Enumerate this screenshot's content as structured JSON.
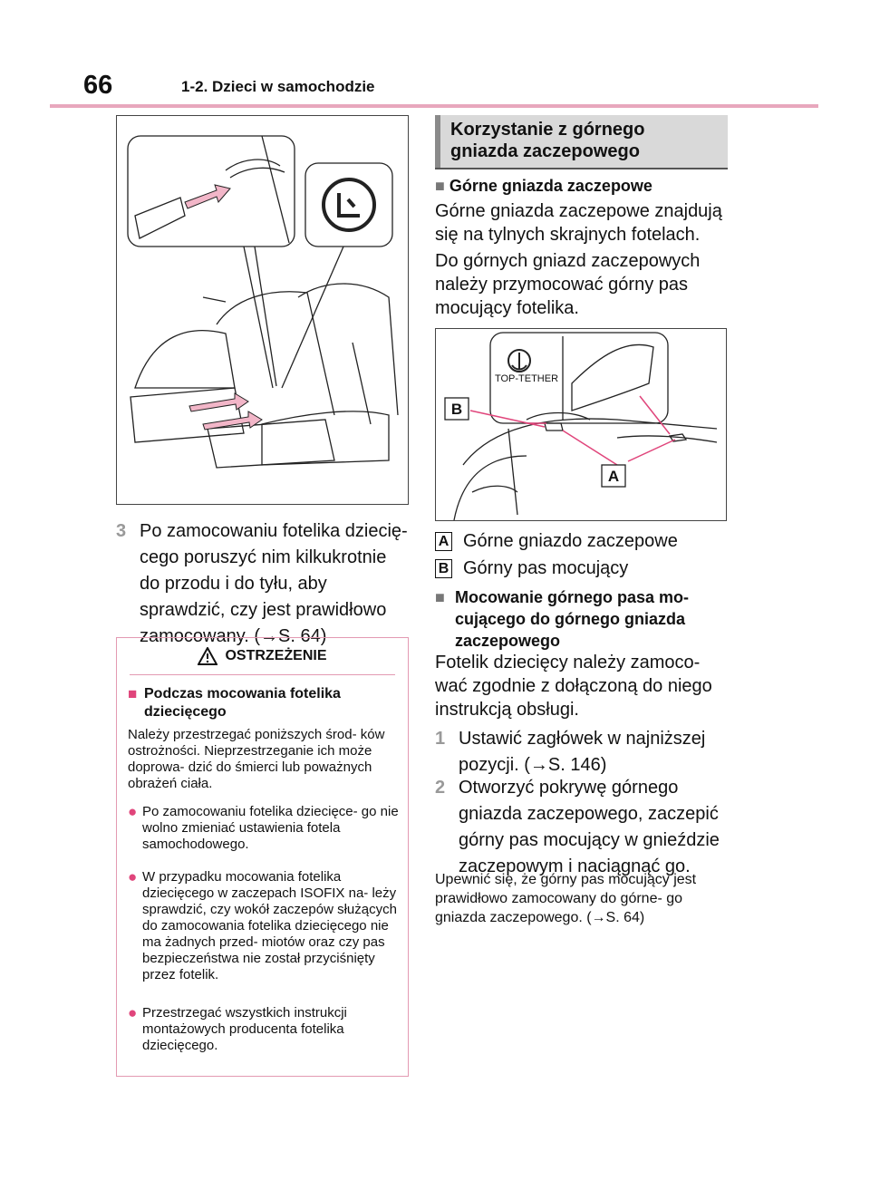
{
  "header": {
    "page_number": "66",
    "section": "1-2. Dzieci w samochodzie"
  },
  "left": {
    "step3": {
      "num": "3",
      "text": "Po zamocowaniu fotelika dziecię- cego poruszyć nim kilkukrotnie do przodu i do tyłu, aby sprawdzić, czy jest prawidłowo zamocowany. (→S. 64)"
    },
    "warning": {
      "title": "OSTRZEŻENIE",
      "subheading": "Podczas mocowania fotelika dziecięcego",
      "intro": "Należy przestrzegać poniższych środ- ków ostrożności. Nieprzestrzeganie ich może doprowa- dzić do śmierci lub poważnych obrażeń ciała.",
      "bullets": [
        "Po zamocowaniu fotelika dziecięce- go nie wolno zmieniać ustawienia fotela samochodowego.",
        "W przypadku mocowania fotelika dziecięcego w zaczepach ISOFIX na- leży sprawdzić, czy wokół zaczepów służących do zamocowania fotelika dziecięcego nie ma żadnych przed- miotów oraz czy pas bezpieczeństwa nie został przyciśnięty przez fotelik.",
        "Przestrzegać wszystkich instrukcji montażowych producenta fotelika dziecięcego."
      ]
    }
  },
  "right": {
    "heading_line1": "Korzystanie z górnego",
    "heading_line2": "gniazda zaczepowego",
    "sub1": "Górne gniazda zaczepowe",
    "p1": "Górne gniazda zaczepowe znajdują się na tylnych skrajnych fotelach.",
    "p2": "Do górnych gniazd zaczepowych należy przymocować górny pas mocujący fotelika.",
    "figure_label_top_tether": "TOP-TETHER",
    "legend": [
      {
        "key": "A",
        "text": "Górne gniazdo zaczepowe"
      },
      {
        "key": "B",
        "text": "Górny pas mocujący"
      }
    ],
    "sub2": "Mocowanie górnego pasa mo- cującego do górnego gniazda zaczepowego",
    "p3": "Fotelik dziecięcy należy zamoco- wać zgodnie z dołączoną do niego instrukcją obsługi.",
    "steps": [
      {
        "num": "1",
        "text": "Ustawić zagłówek w najniższej pozycji. (→S. 146)"
      },
      {
        "num": "2",
        "text": "Otworzyć pokrywę górnego gniazda zaczepowego, zaczepić górny pas mocujący w gnieździe zaczepowym i naciągnąć go."
      }
    ],
    "note": "Upewnić się, że górny pas mocujący jest prawidłowo zamocowany do górne- go gniazda zaczepowego. (→S. 64)"
  },
  "colors": {
    "accent_pink": "#e0457b",
    "rule_pink": "#e8a7bd",
    "heading_bg": "#d9d9d9"
  }
}
